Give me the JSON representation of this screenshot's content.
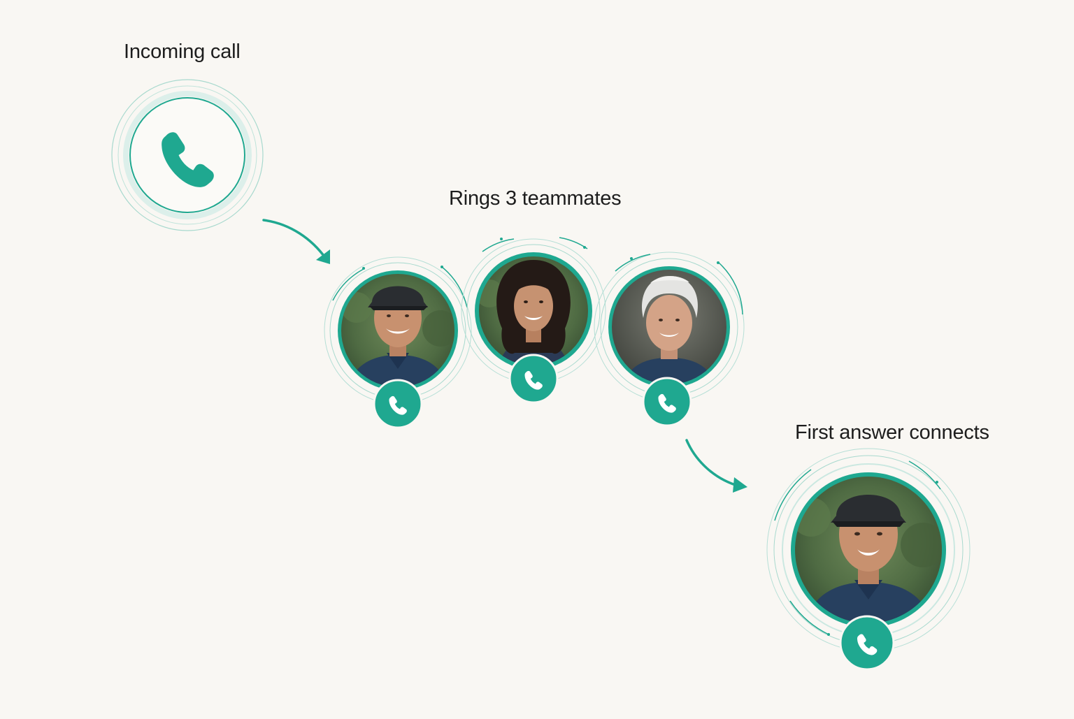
{
  "labels": {
    "incoming": "Incoming call",
    "rings": "Rings 3 teammates",
    "first_answer": "First answer connects"
  },
  "colors": {
    "accent": "#1fa890",
    "ring_light": "#9fd6ca",
    "background": "#f9f7f3",
    "text": "#1d1d1d"
  },
  "icons": [
    "phone-icon",
    "arrow-icon",
    "avatar"
  ],
  "teammates": [
    {
      "id": "man-cap",
      "state": "ringing"
    },
    {
      "id": "woman-dark-hair",
      "state": "ringing"
    },
    {
      "id": "woman-gray-hair",
      "state": "ringing"
    }
  ],
  "connected": {
    "id": "man-cap",
    "state": "connected"
  }
}
